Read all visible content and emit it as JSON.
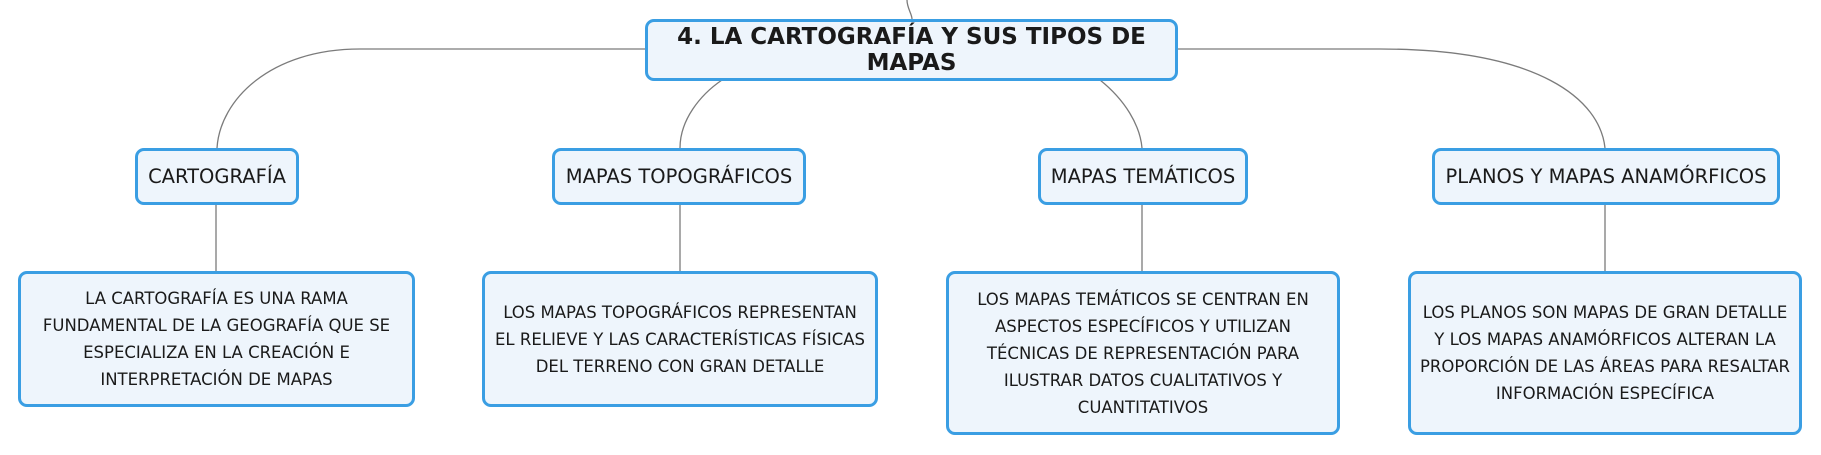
{
  "root": {
    "label": "4. LA CARTOGRAFÍA Y SUS TIPOS DE MAPAS"
  },
  "topics": [
    {
      "label": "CARTOGRAFÍA",
      "detail": "LA CARTOGRAFÍA ES UNA RAMA FUNDAMENTAL DE LA GEOGRAFÍA QUE SE ESPECIALIZA EN LA CREACIÓN E INTERPRETACIÓN DE MAPAS"
    },
    {
      "label": "MAPAS TOPOGRÁFICOS",
      "detail": "LOS MAPAS TOPOGRÁFICOS REPRESENTAN EL RELIEVE Y LAS CARACTERÍSTICAS FÍSICAS DEL TERRENO CON GRAN DETALLE"
    },
    {
      "label": "MAPAS TEMÁTICOS",
      "detail": "LOS MAPAS TEMÁTICOS SE CENTRAN EN ASPECTOS ESPECÍFICOS Y UTILIZAN TÉCNICAS DE REPRESENTACIÓN PARA ILUSTRAR DATOS CUALITATIVOS Y CUANTITATIVOS"
    },
    {
      "label": "PLANOS Y MAPAS ANAMÓRFICOS",
      "detail": "LOS PLANOS SON MAPAS DE GRAN DETALLE Y LOS MAPAS ANAMÓRFICOS ALTERAN LA PROPORCIÓN DE LAS ÁREAS PARA RESALTAR INFORMACIÓN ESPECÍFICA"
    }
  ],
  "colors": {
    "node_border": "#3a9ee3",
    "node_fill": "#eef5fc",
    "connector": "#7b7b7b",
    "text": "#1a1a1a"
  }
}
